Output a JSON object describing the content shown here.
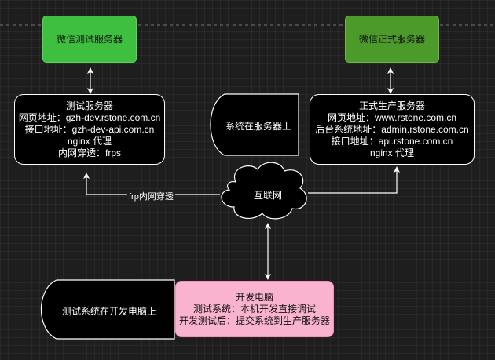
{
  "wechat_test_server": {
    "label": "微信测试服务器"
  },
  "wechat_prod_server": {
    "label": "微信正式服务器"
  },
  "test_server": {
    "title": "测试服务器",
    "lines": [
      "网页地址：gzh-dev.rstone.com.cn",
      "接口地址：gzh-dev-api.com.cn",
      "nginx 代理",
      "内网穿透：frps"
    ]
  },
  "prod_server": {
    "title": "正式生产服务器",
    "lines": [
      "网页地址：www.rstone.com.cn",
      "后台系统地址：admin.rstone.com.cn",
      "接口地址：api.rstone.com.cn",
      "nginx 代理"
    ]
  },
  "system_on_server": {
    "label": "系统在服务器上"
  },
  "internet": {
    "label": "互联网"
  },
  "frp_edge": {
    "label": "frp内网穿透"
  },
  "test_on_dev": {
    "label": "测试系统在开发电脑上"
  },
  "dev_pc": {
    "title": "开发电脑",
    "lines": [
      "测试系统：本机开发直接调试",
      "开发测试后：提交系统到生产服务器"
    ]
  },
  "colors": {
    "background": "#1e1e1e",
    "wechat_test": "#3fbf3f",
    "wechat_prod": "#4c9a2a",
    "dev_pc": "#f9b3cf",
    "edges": "#ffffff"
  }
}
